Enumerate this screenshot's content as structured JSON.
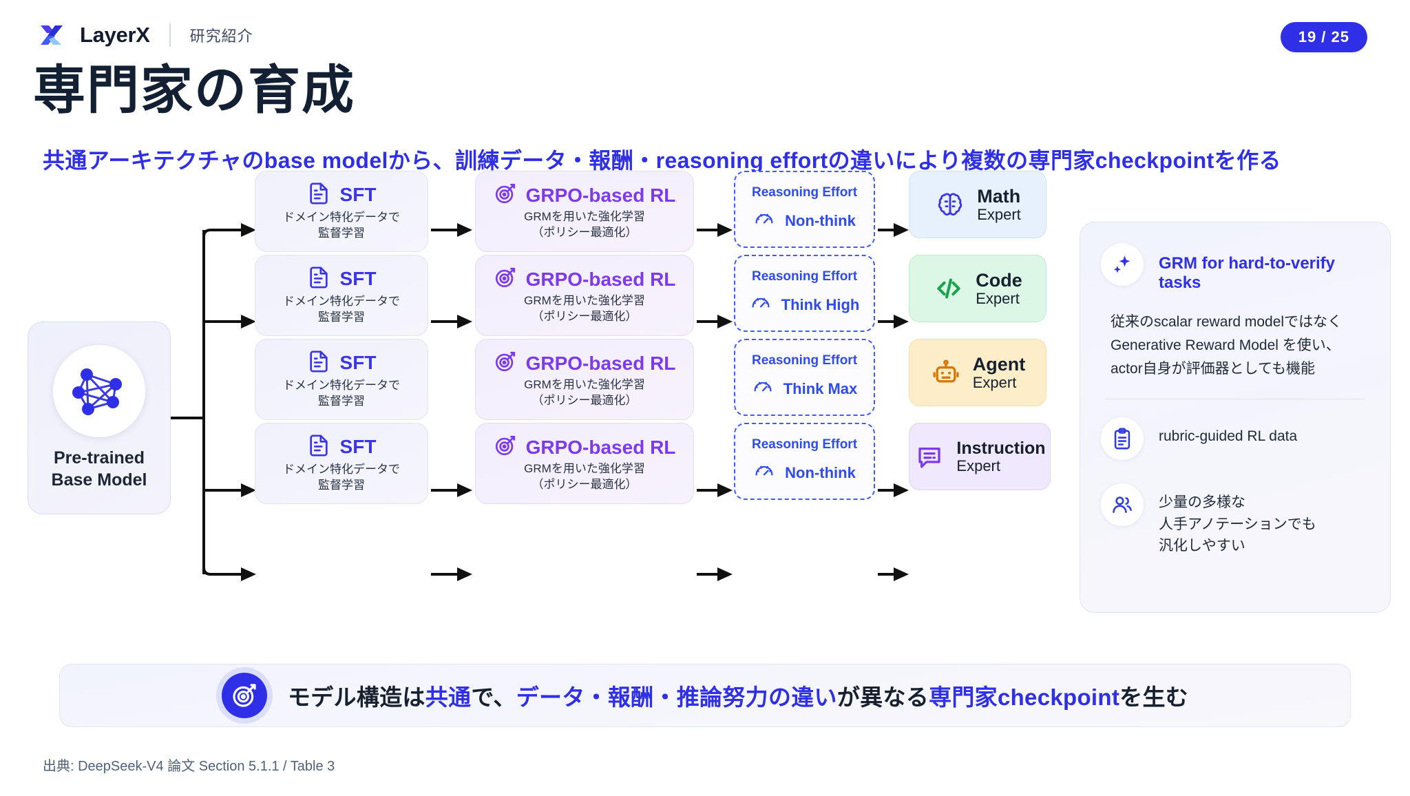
{
  "header": {
    "logo_text": "LayerX",
    "logo_icon": "layerx-x-icon",
    "subtitle": "研究紹介",
    "page_badge": "19 / 25"
  },
  "title": "専門家の育成",
  "subtitle": "共通アーキテクチャのbase modelから、訓練データ・報酬・reasoning effortの違いにより複数の専門家checkpointを作る",
  "diagram": {
    "base": {
      "icon": "neural-network-icon",
      "label_line1": "Pre-trained",
      "label_line2": "Base Model"
    },
    "stage_icons": {
      "sft": "document-lines-icon",
      "grpo": "target-dart-icon",
      "effort": "gauge-icon"
    },
    "rows": [
      {
        "sft": {
          "title": "SFT",
          "line1": "ドメイン特化データで",
          "line2": "監督学習"
        },
        "grpo": {
          "title": "GRPO-based RL",
          "line1": "GRMを用いた強化学習",
          "line2": "（ポリシー最適化）"
        },
        "effort": {
          "title": "Reasoning Effort",
          "value": "Non-think"
        },
        "expert": {
          "name": "Math",
          "role": "Expert",
          "icon": "brain-icon",
          "color": "#e7f1fd"
        }
      },
      {
        "sft": {
          "title": "SFT",
          "line1": "ドメイン特化データで",
          "line2": "監督学習"
        },
        "grpo": {
          "title": "GRPO-based RL",
          "line1": "GRMを用いた強化学習",
          "line2": "（ポリシー最適化）"
        },
        "effort": {
          "title": "Reasoning Effort",
          "value": "Think High"
        },
        "expert": {
          "name": "Code",
          "role": "Expert",
          "icon": "code-brackets-icon",
          "color": "#ddf7e6"
        }
      },
      {
        "sft": {
          "title": "SFT",
          "line1": "ドメイン特化データで",
          "line2": "監督学習"
        },
        "grpo": {
          "title": "GRPO-based RL",
          "line1": "GRMを用いた強化学習",
          "line2": "（ポリシー最適化）"
        },
        "effort": {
          "title": "Reasoning Effort",
          "value": "Think Max"
        },
        "expert": {
          "name": "Agent",
          "role": "Expert",
          "icon": "robot-icon",
          "color": "#fdedc9"
        }
      },
      {
        "sft": {
          "title": "SFT",
          "line1": "ドメイン特化データで",
          "line2": "監督学習"
        },
        "grpo": {
          "title": "GRPO-based RL",
          "line1": "GRMを用いた強化学習",
          "line2": "（ポリシー最適化）"
        },
        "effort": {
          "title": "Reasoning Effort",
          "value": "Non-think"
        },
        "expert": {
          "name": "Instruction",
          "role": "Expert",
          "icon": "chat-bubble-icon",
          "color": "#f0e9fd"
        }
      }
    ]
  },
  "panel": {
    "head_icon": "sparkle-icon",
    "head": "GRM for hard-to-verify tasks",
    "body_line1": "従来のscalar reward modelではなく",
    "body_line2": "Generative Reward Model を使い、",
    "body_line3": "actor自身が評価器としても機能",
    "items": [
      {
        "icon": "clipboard-icon",
        "lines": [
          "rubric-guided RL data"
        ]
      },
      {
        "icon": "people-icon",
        "lines": [
          "少量の多様な",
          "人手アノテーションでも",
          "汎化しやすい"
        ]
      }
    ]
  },
  "banner": {
    "icon": "target-dart-icon",
    "parts": [
      {
        "text": "モデル構造は",
        "highlight": false
      },
      {
        "text": "共通",
        "highlight": true
      },
      {
        "text": "で、",
        "highlight": false
      },
      {
        "text": "データ・報酬・推論努力の違い",
        "highlight": true
      },
      {
        "text": "が異なる",
        "highlight": false
      },
      {
        "text": "専門家checkpoint",
        "highlight": true
      },
      {
        "text": "を生む",
        "highlight": false
      }
    ]
  },
  "footer": "出典: DeepSeek-V4 論文 Section 5.1.1 / Table 3",
  "colors": {
    "brand_blue": "#2f2fe8",
    "purple": "#7c3aed",
    "title_navy": "#132033"
  }
}
